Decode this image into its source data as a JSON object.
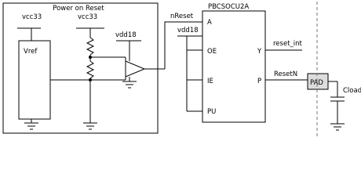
{
  "por": {
    "title": "Power on Reset",
    "vcc_left": "vcc33",
    "vcc_right": "vcc33",
    "vref": "Vref",
    "vdd": "vdd18"
  },
  "signals": {
    "nreset": "nReset",
    "reset_int": "reset_int",
    "resetn": "ResetN"
  },
  "cell": {
    "title": "PBCSOCU2A",
    "vdd": "vdd18",
    "pin_a": "A",
    "pin_oe": "OE",
    "pin_y": "Y",
    "pin_ie": "IE",
    "pin_p": "P",
    "pin_pu": "PU"
  },
  "pad": {
    "label": "PAD",
    "cap": "Cload"
  }
}
